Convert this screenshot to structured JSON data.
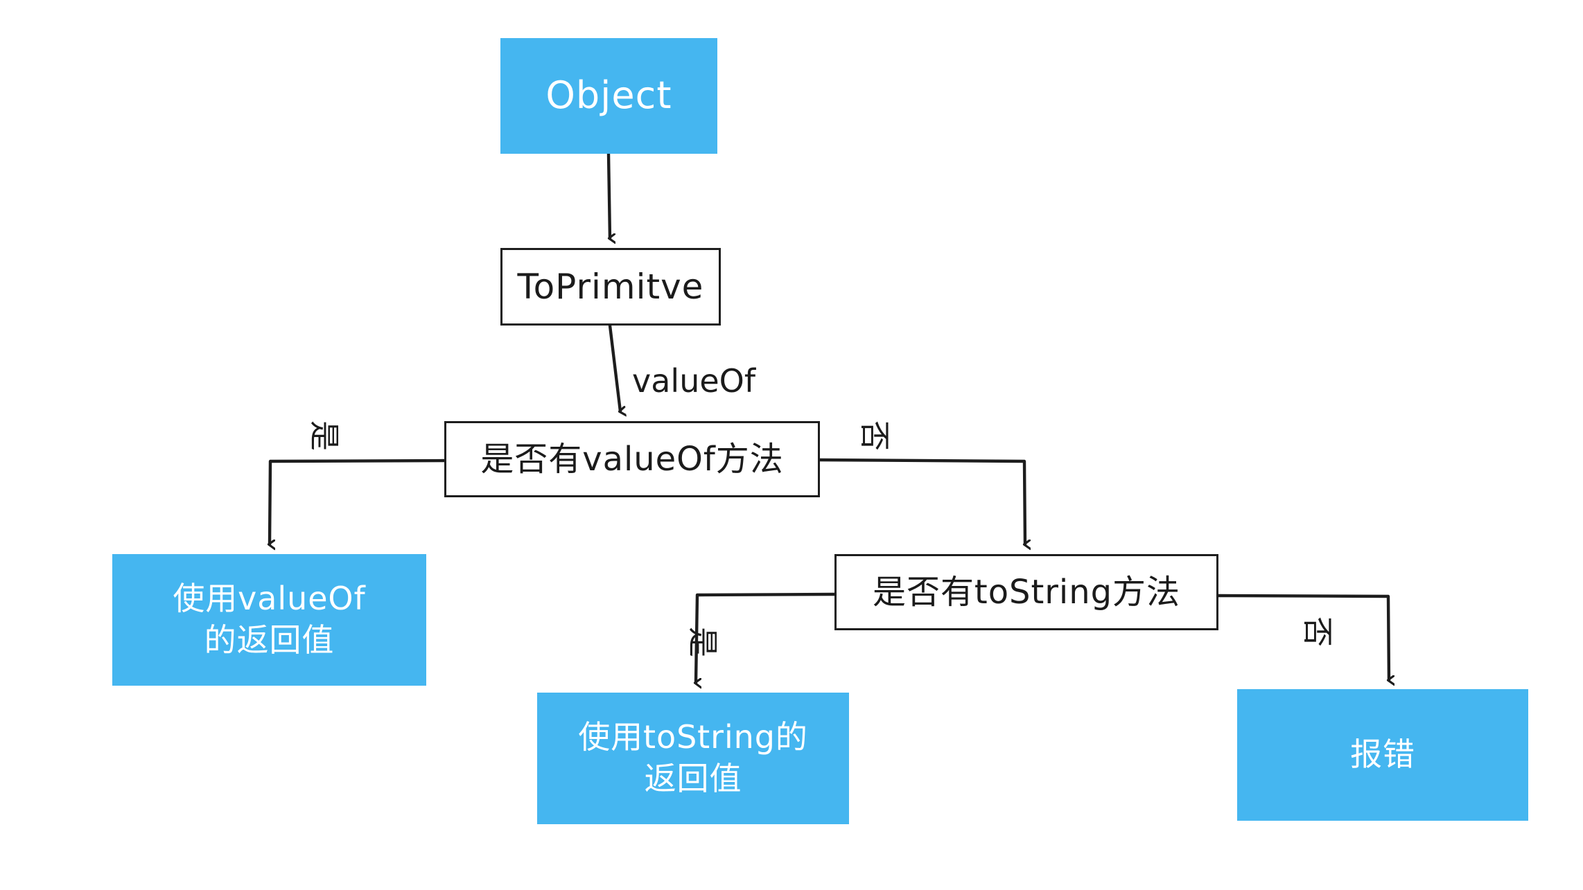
{
  "diagram": {
    "title": "Object ToPrimitive conversion flowchart",
    "colors": {
      "node_blue": "#45b6f0",
      "node_blue_text": "#ffffff",
      "node_white_bg": "#ffffff",
      "stroke": "#1d1d1d",
      "background": "#ffffff"
    },
    "nodes": {
      "object": {
        "label": "Object",
        "style": "blue"
      },
      "toprimitive": {
        "label": "ToPrimitve",
        "style": "outlined"
      },
      "has_valueof": {
        "label": "是否有valueOf方法",
        "style": "outlined"
      },
      "use_valueof": {
        "line1": "使用valueOf",
        "line2": "的返回值",
        "style": "blue"
      },
      "has_tostring": {
        "label": "是否有toString方法",
        "style": "outlined"
      },
      "use_tostring": {
        "line1": "使用toString的",
        "line2": "返回值",
        "style": "blue"
      },
      "throw_error": {
        "label": "报错",
        "style": "blue"
      }
    },
    "edge_labels": {
      "valueof": "valueOf",
      "valueof_yes": "是",
      "valueof_no": "否",
      "tostring_yes": "是",
      "tostring_no": "否"
    },
    "edges": [
      {
        "from": "object",
        "to": "toprimitive",
        "label": ""
      },
      {
        "from": "toprimitive",
        "to": "has_valueof",
        "label": "valueOf"
      },
      {
        "from": "has_valueof",
        "to": "use_valueof",
        "label": "是"
      },
      {
        "from": "has_valueof",
        "to": "has_tostring",
        "label": "否"
      },
      {
        "from": "has_tostring",
        "to": "use_tostring",
        "label": "是"
      },
      {
        "from": "has_tostring",
        "to": "throw_error",
        "label": "否"
      }
    ]
  }
}
